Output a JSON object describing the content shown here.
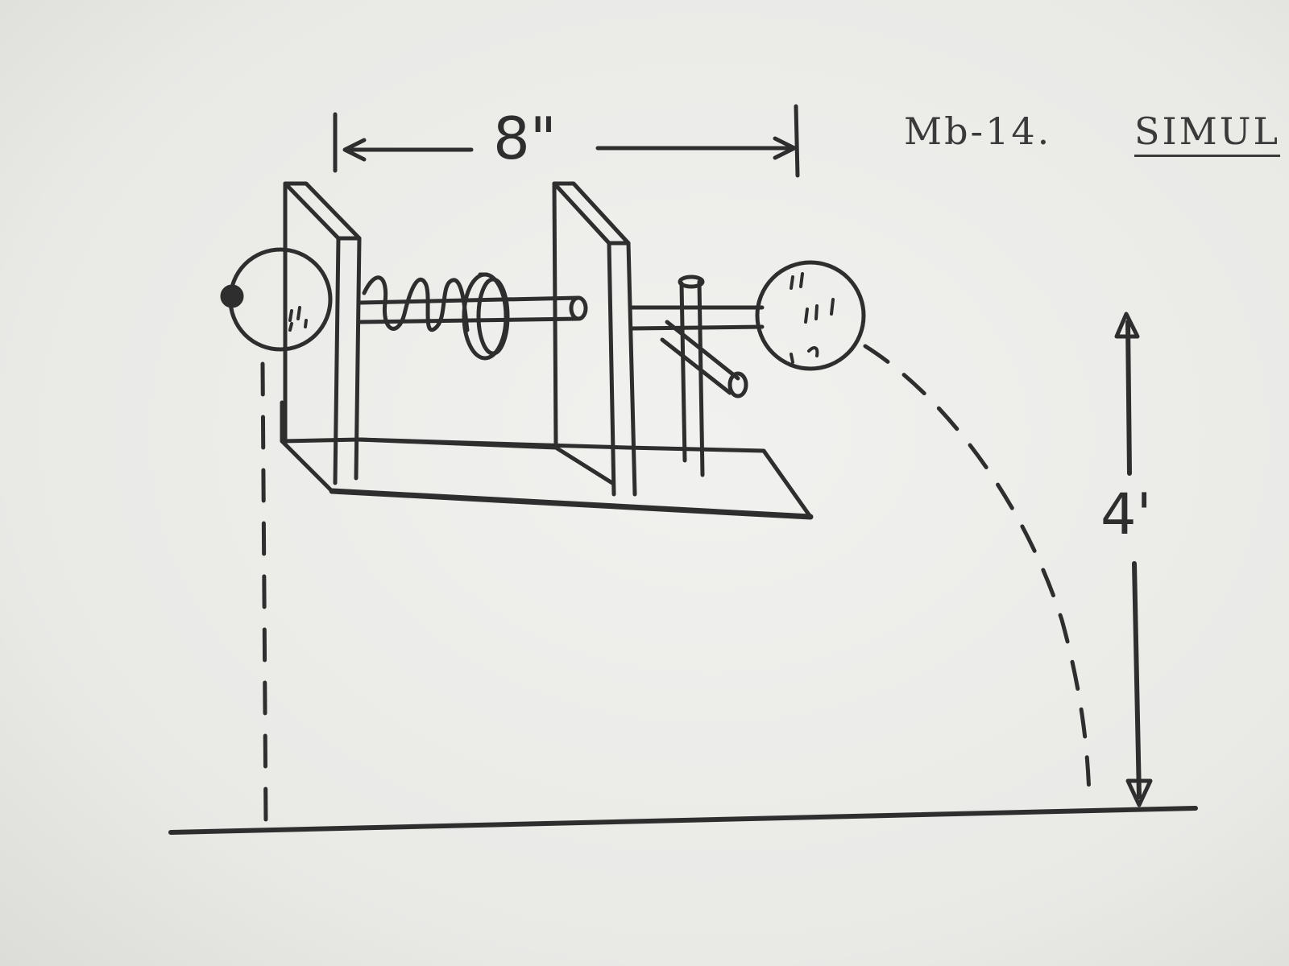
{
  "figure": {
    "label": "Mb-14.",
    "title": "SIMUL"
  },
  "dimensions": {
    "width_label": "8\"",
    "height_label": "4'"
  },
  "colors": {
    "ink": "#2e2e2e",
    "paper": "#ececea"
  }
}
